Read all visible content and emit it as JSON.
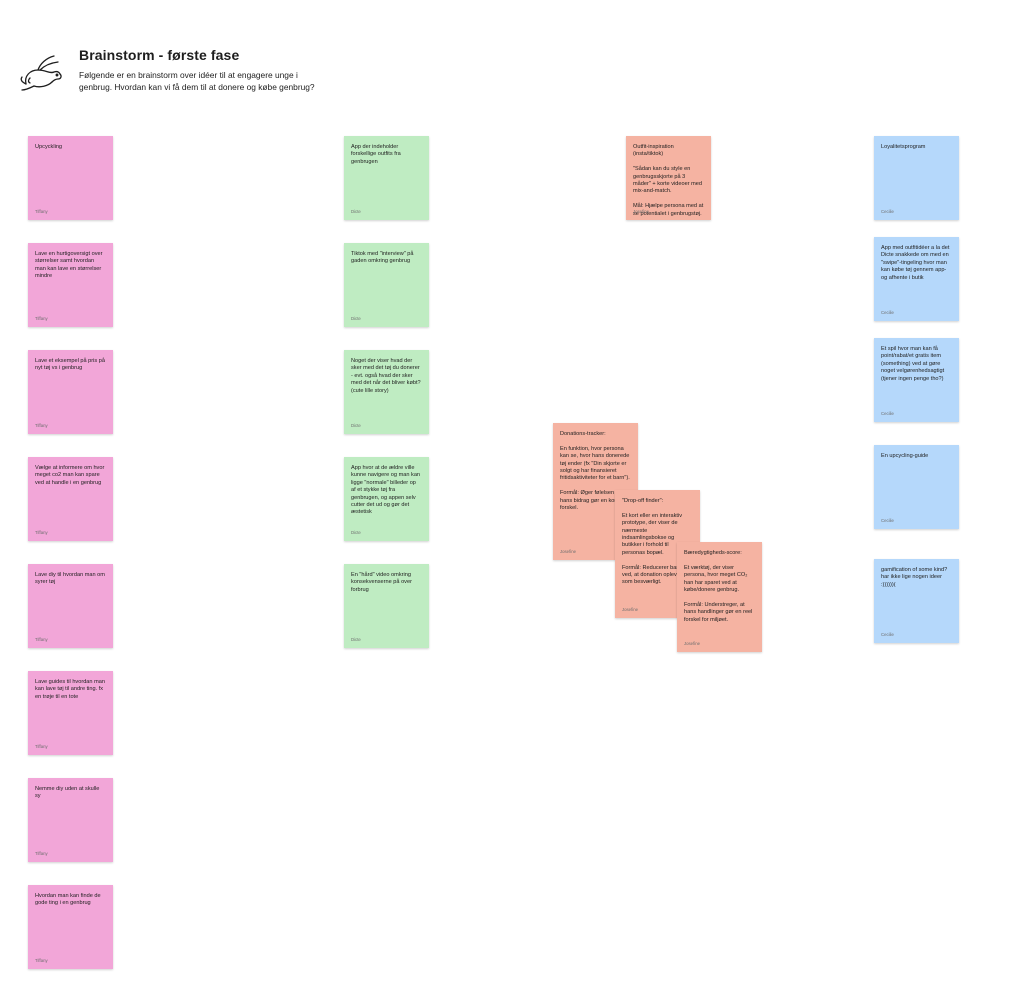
{
  "board": {
    "title": "Brainstorm - første fase",
    "description": "Følgende er en brainstorm over idéer til at engagere unge i genbrug. Hvordan kan vi få dem til at donere og købe genbrug?"
  },
  "colors": {
    "pink": "#f2a6d8",
    "green": "#bfecc2",
    "salmon": "#f5b3a2",
    "blue": "#b5d8fb"
  },
  "notes": [
    {
      "text": "Upcyckling",
      "author": "Tiffany",
      "color": "pink"
    },
    {
      "text": "Lave en hurtigoversigt over størrelser samt hvordan man kan lave en størrelser mindre",
      "author": "Tiffany",
      "color": "pink"
    },
    {
      "text": "Lave et eksempel på pris på nyt tøj vs i genbrug",
      "author": "Tiffany",
      "color": "pink"
    },
    {
      "text": "Vælge at informere om hvor meget co2 man kan spare ved at handle i en genbrug",
      "author": "Tiffany",
      "color": "pink"
    },
    {
      "text": "Lave diy til hvordan man om syrer tøj",
      "author": "Tiffany",
      "color": "pink"
    },
    {
      "text": "Lave guides til hvordan man kan lave tøj til andre ting. fx en trøje til en tote",
      "author": "Tiffany",
      "color": "pink"
    },
    {
      "text": "Nemme diy uden at skulle sy",
      "author": "Tiffany",
      "color": "pink"
    },
    {
      "text": "Hvordan man kan finde de gode ting i en genbrug",
      "author": "Tiffany",
      "color": "pink"
    },
    {
      "text": "App der indeholder forskellige outfits fra genbrugen",
      "author": "Dicte",
      "color": "green"
    },
    {
      "text": "Tiktok med \"interview\" på gaden omkring genbrug",
      "author": "Dicte",
      "color": "green"
    },
    {
      "text": "Noget der viser hvad der sker med det tøj du donerer - evt. også hvad der sker med det når det bliver købt? (cute lille story)",
      "author": "Dicte",
      "color": "green"
    },
    {
      "text": "App hvor at de ældre ville kunne navigere og man kan ligge \"normale\" billeder op af et stykke tøj fra genbrugen, og appen selv cutter det ud og gør det æstetisk",
      "author": "Dicte",
      "color": "green"
    },
    {
      "text": "En \"hård\" video omkring konsekvenserne på over forbrug",
      "author": "Dicte",
      "color": "green"
    },
    {
      "text": "Outfit-inspiration (insta/tiktok)\n\n\"Sådan kan du style en genbrugsskjorte på 3 måder\" + korte videoer med mix-and-match.\n\nMål: Hjælpe persona med at se potentialet i genbrugstøj.",
      "author": "Josefine",
      "color": "salmon"
    },
    {
      "text": "Donations-tracker:\n\nEn funktion, hvor persona kan se, hvor hans donerede tøj ender (fx \"Din skjorte er solgt og har finansieret fritidsaktiviteter for et barn\").\n\nFormål: Øger følelsen af, at hans bidrag gør en konkret forskel.",
      "author": "Josefine",
      "color": "salmon"
    },
    {
      "text": "\"Drop-off finder\":\n\nEt kort eller en interaktiv prototype, der viser de nærmeste indsamlingsbokse og butikker i forhold til personas bopæl.\n\nFormål: Reducerer barrieren ved, at donation opleves som besværligt.",
      "author": "Josefine",
      "color": "salmon"
    },
    {
      "text": "Bæredygtigheds-score:\n\nEt værktøj, der viser persona, hvor meget CO₂ han har sparet ved at købe/donere genbrug.\n\nFormål: Understreger, at hans handlinger gør en reel forskel for miljøet.",
      "author": "Josefine",
      "color": "salmon"
    },
    {
      "text": "Loyalitetsprogram",
      "author": "Cecilie",
      "color": "blue"
    },
    {
      "text": "App med outfitidéer a la det Dicte snakkede om med en \"swipe\"-tingeling hvor man kan købe tøj gennem app-og afhente i butik",
      "author": "Cecilie",
      "color": "blue"
    },
    {
      "text": "Et spil hvor man kan få point/rabat/et gratis item (something) ved at gøre noget velgørenhedsagtigt (tjener ingen penge tho?)",
      "author": "Cecilie",
      "color": "blue"
    },
    {
      "text": "En upcycling-guide",
      "author": "Cecilie",
      "color": "blue"
    },
    {
      "text": "gamification of some kind? har ikke lige nogen ideer :))))))(",
      "author": "Cecilie",
      "color": "blue"
    }
  ]
}
